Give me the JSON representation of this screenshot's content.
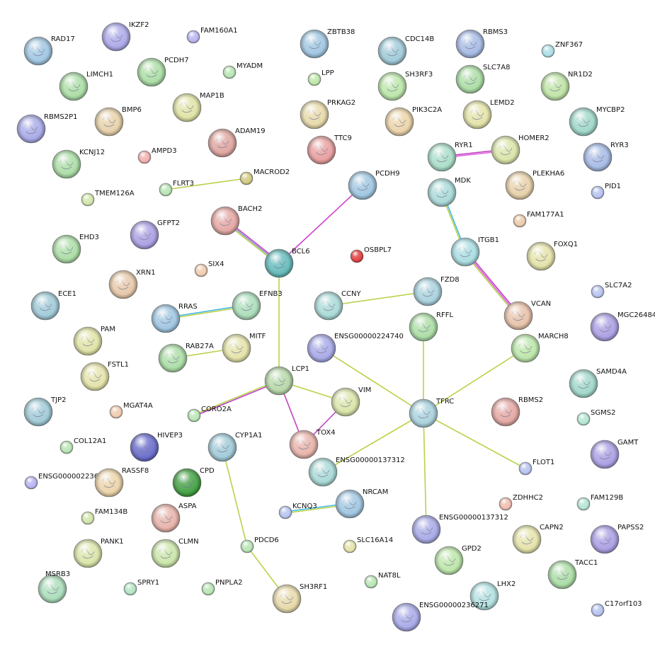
{
  "network": {
    "nodes": [
      {
        "id": "RAD17",
        "label": "RAD17",
        "color": "#9cc4e0"
      },
      {
        "id": "IKZF2",
        "label": "IKZF2",
        "color": "#a9a6e8"
      },
      {
        "id": "FAM160A1",
        "label": "FAM160A1",
        "color": "#b3b0ef"
      },
      {
        "id": "ZBTB38",
        "label": "ZBTB38",
        "color": "#9cc4e0"
      },
      {
        "id": "CDC14B",
        "label": "CDC14B",
        "color": "#9cc8d6"
      },
      {
        "id": "RBMS3",
        "label": "RBMS3",
        "color": "#a3b8e4"
      },
      {
        "id": "ZNF367",
        "label": "ZNF367",
        "color": "#a9dde6"
      },
      {
        "id": "LIMCH1",
        "label": "LIMCH1",
        "color": "#a8dca2"
      },
      {
        "id": "PCDH7",
        "label": "PCDH7",
        "color": "#a8dca2"
      },
      {
        "id": "MYADM",
        "label": "MYADM",
        "color": "#b4e4b0"
      },
      {
        "id": "LPP",
        "label": "LPP",
        "color": "#b9e5a6"
      },
      {
        "id": "SH3RF3",
        "label": "SH3RF3",
        "color": "#b9e5a6"
      },
      {
        "id": "SLC7A8",
        "label": "SLC7A8",
        "color": "#a8dca2"
      },
      {
        "id": "NR1D2",
        "label": "NR1D2",
        "color": "#bce3a2"
      },
      {
        "id": "MAP1B",
        "label": "MAP1B",
        "color": "#dfe2a2"
      },
      {
        "id": "PRKAG2",
        "label": "PRKAG2",
        "color": "#e6d8a6"
      },
      {
        "id": "PIK3C2A",
        "label": "PIK3C2A",
        "color": "#ebd2a6"
      },
      {
        "id": "LEMD2",
        "label": "LEMD2",
        "color": "#e3e2a6"
      },
      {
        "id": "MYCBP2",
        "label": "MYCBP2",
        "color": "#9cd6c7"
      },
      {
        "id": "RBMS2P1",
        "label": "RBMS2P1",
        "color": "#a4a6e6"
      },
      {
        "id": "BMP6",
        "label": "BMP6",
        "color": "#e6cfa6"
      },
      {
        "id": "ADAM19",
        "label": "ADAM19",
        "color": "#dea29c"
      },
      {
        "id": "TTC9",
        "label": "TTC9",
        "color": "#e79b9b"
      },
      {
        "id": "KCNJ12",
        "label": "KCNJ12",
        "color": "#a8dca2"
      },
      {
        "id": "AMPD3",
        "label": "AMPD3",
        "color": "#f0aaaa"
      },
      {
        "id": "RYR1",
        "label": "RYR1",
        "color": "#a6dcc6"
      },
      {
        "id": "HOMER2",
        "label": "HOMER2",
        "color": "#d8e4a6"
      },
      {
        "id": "RYR3",
        "label": "RYR3",
        "color": "#a3b8e4"
      },
      {
        "id": "FLRT3",
        "label": "FLRT3",
        "color": "#b4e4b0"
      },
      {
        "id": "MACROD2",
        "label": "MACROD2",
        "color": "#cfc77a"
      },
      {
        "id": "PCDH9",
        "label": "PCDH9",
        "color": "#9cc4e0"
      },
      {
        "id": "MDK",
        "label": "MDK",
        "color": "#a6d8d6"
      },
      {
        "id": "PLEKHA6",
        "label": "PLEKHA6",
        "color": "#e6cfa6"
      },
      {
        "id": "PID1",
        "label": "PID1",
        "color": "#b3c0ef"
      },
      {
        "id": "TMEM126A",
        "label": "TMEM126A",
        "color": "#cfe4a6"
      },
      {
        "id": "BACH2",
        "label": "BACH2",
        "color": "#e3a4a0"
      },
      {
        "id": "FAM177A1",
        "label": "FAM177A1",
        "color": "#ebc8a6"
      },
      {
        "id": "GFPT2",
        "label": "GFPT2",
        "color": "#a89be2"
      },
      {
        "id": "EHD3",
        "label": "EHD3",
        "color": "#a8dca2"
      },
      {
        "id": "SIX4",
        "label": "SIX4",
        "color": "#f0c8aa"
      },
      {
        "id": "BCL6",
        "label": "BCL6",
        "color": "#5fb8b8"
      },
      {
        "id": "OSBPL7",
        "label": "OSBPL7",
        "color": "#e03434"
      },
      {
        "id": "ITGB1",
        "label": "ITGB1",
        "color": "#a6dce0"
      },
      {
        "id": "FOXQ1",
        "label": "FOXQ1",
        "color": "#e3e2a6"
      },
      {
        "id": "XRN1",
        "label": "XRN1",
        "color": "#e6c6a6"
      },
      {
        "id": "FZD8",
        "label": "FZD8",
        "color": "#a6d0dc"
      },
      {
        "id": "SLC7A2",
        "label": "SLC7A2",
        "color": "#b3c0ef"
      },
      {
        "id": "ECE1",
        "label": "ECE1",
        "color": "#9cc8d6"
      },
      {
        "id": "RRAS",
        "label": "RRAS",
        "color": "#9cc4e0"
      },
      {
        "id": "EFNB3",
        "label": "EFNB3",
        "color": "#a8dcb8"
      },
      {
        "id": "CCNY",
        "label": "CCNY",
        "color": "#a6d8d6"
      },
      {
        "id": "VCAN",
        "label": "VCAN",
        "color": "#e6c0a6"
      },
      {
        "id": "MGC26484",
        "label": "MGC26484",
        "color": "#a89be2"
      },
      {
        "id": "RFFL",
        "label": "RFFL",
        "color": "#a8dca2"
      },
      {
        "id": "PAM",
        "label": "PAM",
        "color": "#dfe2a2"
      },
      {
        "id": "MITF",
        "label": "MITF",
        "color": "#e3e2a6"
      },
      {
        "id": "ENSG00000224740",
        "label": "ENSG00000224740",
        "color": "#a4a6e6"
      },
      {
        "id": "MARCH8",
        "label": "MARCH8",
        "color": "#b9e5a6"
      },
      {
        "id": "RAB27A",
        "label": "RAB27A",
        "color": "#a8dca2"
      },
      {
        "id": "FSTL1",
        "label": "FSTL1",
        "color": "#e3e2a6"
      },
      {
        "id": "LCP1",
        "label": "LCP1",
        "color": "#b4d6a6"
      },
      {
        "id": "SAMD4A",
        "label": "SAMD4A",
        "color": "#9cd6c7"
      },
      {
        "id": "VIM",
        "label": "VIM",
        "color": "#d8e4a6"
      },
      {
        "id": "TJP2",
        "label": "TJP2",
        "color": "#9cc8d6"
      },
      {
        "id": "MGAT4A",
        "label": "MGAT4A",
        "color": "#f0c8aa"
      },
      {
        "id": "CORO2A",
        "label": "CORO2A",
        "color": "#b4e4b0"
      },
      {
        "id": "TFRC",
        "label": "TFRC",
        "color": "#a6d0dc"
      },
      {
        "id": "RBMS2",
        "label": "RBMS2",
        "color": "#e3a4a0"
      },
      {
        "id": "SGMS2",
        "label": "SGMS2",
        "color": "#b0e4d0"
      },
      {
        "id": "TOX4",
        "label": "TOX4",
        "color": "#e6b0a6"
      },
      {
        "id": "HIVEP3",
        "label": "HIVEP3",
        "color": "#6366c8"
      },
      {
        "id": "CYP1A1",
        "label": "CYP1A1",
        "color": "#9cc8d6"
      },
      {
        "id": "COL12A1",
        "label": "COL12A1",
        "color": "#b4e4b0"
      },
      {
        "id": "GAMT",
        "label": "GAMT",
        "color": "#a89be2"
      },
      {
        "id": "ENSG00000137312_a",
        "label": "ENSG00000137312",
        "color": "#a6d8d6"
      },
      {
        "id": "ENSG00000223654",
        "label": "ENSG00000223654",
        "color": "#b3b0ef"
      },
      {
        "id": "RASSF8",
        "label": "RASSF8",
        "color": "#ebd2a6"
      },
      {
        "id": "CPD",
        "label": "CPD",
        "color": "#3a9c3a"
      },
      {
        "id": "FLOT1",
        "label": "FLOT1",
        "color": "#b3c0ef"
      },
      {
        "id": "NRCAM",
        "label": "NRCAM",
        "color": "#9cc4e0"
      },
      {
        "id": "ZDHHC2",
        "label": "ZDHHC2",
        "color": "#f0b8aa"
      },
      {
        "id": "FAM129B",
        "label": "FAM129B",
        "color": "#b0e4d0"
      },
      {
        "id": "ASPA",
        "label": "ASPA",
        "color": "#e6b0a6"
      },
      {
        "id": "KCNQ3",
        "label": "KCNQ3",
        "color": "#b3c0ef"
      },
      {
        "id": "FAM134B",
        "label": "FAM134B",
        "color": "#cfe4a6"
      },
      {
        "id": "ENSG00000137312_b",
        "label": "ENSG00000137312",
        "color": "#a4a6e6"
      },
      {
        "id": "CAPN2",
        "label": "CAPN2",
        "color": "#e3e2a6"
      },
      {
        "id": "PAPSS2",
        "label": "PAPSS2",
        "color": "#a89be2"
      },
      {
        "id": "PANK1",
        "label": "PANK1",
        "color": "#d8e4a6"
      },
      {
        "id": "CLMN",
        "label": "CLMN",
        "color": "#c8e4a6"
      },
      {
        "id": "PDCD6",
        "label": "PDCD6",
        "color": "#b4e4b0"
      },
      {
        "id": "SLC16A14",
        "label": "SLC16A14",
        "color": "#e3e2a6"
      },
      {
        "id": "GPD2",
        "label": "GPD2",
        "color": "#b9e5a6"
      },
      {
        "id": "TACC1",
        "label": "TACC1",
        "color": "#a8dca2"
      },
      {
        "id": "MSRB3",
        "label": "MSRB3",
        "color": "#a8dcb8"
      },
      {
        "id": "SPRY1",
        "label": "SPRY1",
        "color": "#b0e4c0"
      },
      {
        "id": "PNPLA2",
        "label": "PNPLA2",
        "color": "#b4e4b0"
      },
      {
        "id": "SH3RF1",
        "label": "SH3RF1",
        "color": "#e6d8a6"
      },
      {
        "id": "NAT8L",
        "label": "NAT8L",
        "color": "#b4e4b0"
      },
      {
        "id": "LHX2",
        "label": "LHX2",
        "color": "#b0e0e0"
      },
      {
        "id": "ENSG00000236271",
        "label": "ENSG00000236271",
        "color": "#a4a6e6"
      },
      {
        "id": "C17orf103",
        "label": "C17orf103",
        "color": "#b3c0ef"
      }
    ],
    "edges": [
      {
        "source": "RYR1",
        "target": "HOMER2",
        "colors": [
          "#c040c0",
          "#e060e0"
        ]
      },
      {
        "source": "FLRT3",
        "target": "MACROD2",
        "colors": [
          "#b8d24a"
        ]
      },
      {
        "source": "PCDH9",
        "target": "BCL6",
        "colors": [
          "#d040d0"
        ]
      },
      {
        "source": "BACH2",
        "target": "BCL6",
        "colors": [
          "#c040c0",
          "#8a8ad0",
          "#b8d24a"
        ]
      },
      {
        "source": "MDK",
        "target": "ITGB1",
        "colors": [
          "#40b8e0",
          "#b8d24a"
        ]
      },
      {
        "source": "ITGB1",
        "target": "VCAN",
        "colors": [
          "#c040c0",
          "#e060e0",
          "#b8d24a"
        ]
      },
      {
        "source": "RRAS",
        "target": "EFNB3",
        "colors": [
          "#40b8e0",
          "#b8d24a"
        ]
      },
      {
        "source": "CCNY",
        "target": "FZD8",
        "colors": [
          "#b8d24a"
        ]
      },
      {
        "source": "BCL6",
        "target": "LCP1",
        "colors": [
          "#b8d24a"
        ]
      },
      {
        "source": "RAB27A",
        "target": "MITF",
        "colors": [
          "#b8d24a"
        ]
      },
      {
        "source": "RFFL",
        "target": "TFRC",
        "colors": [
          "#b8d24a"
        ]
      },
      {
        "source": "ENSG00000224740",
        "target": "TFRC",
        "colors": [
          "#b8d24a"
        ]
      },
      {
        "source": "MARCH8",
        "target": "TFRC",
        "colors": [
          "#b8d24a"
        ]
      },
      {
        "source": "LCP1",
        "target": "CORO2A",
        "colors": [
          "#c040c0",
          "#b8d24a"
        ]
      },
      {
        "source": "LCP1",
        "target": "VIM",
        "colors": [
          "#b8d24a"
        ]
      },
      {
        "source": "LCP1",
        "target": "TOX4",
        "colors": [
          "#c040c0"
        ]
      },
      {
        "source": "VIM",
        "target": "TOX4",
        "colors": [
          "#c040c0"
        ]
      },
      {
        "source": "TFRC",
        "target": "ENSG00000137312_a",
        "colors": [
          "#b8d24a"
        ]
      },
      {
        "source": "TFRC",
        "target": "FLOT1",
        "colors": [
          "#b8d24a"
        ]
      },
      {
        "source": "TFRC",
        "target": "ENSG00000137312_b",
        "colors": [
          "#b8d24a"
        ]
      },
      {
        "source": "CYP1A1",
        "target": "PDCD6",
        "colors": [
          "#b8d24a"
        ]
      },
      {
        "source": "PDCD6",
        "target": "SH3RF1",
        "colors": [
          "#b8d24a"
        ]
      },
      {
        "source": "KCNQ3",
        "target": "NRCAM",
        "colors": [
          "#40b8e0",
          "#b8d24a"
        ]
      }
    ]
  }
}
